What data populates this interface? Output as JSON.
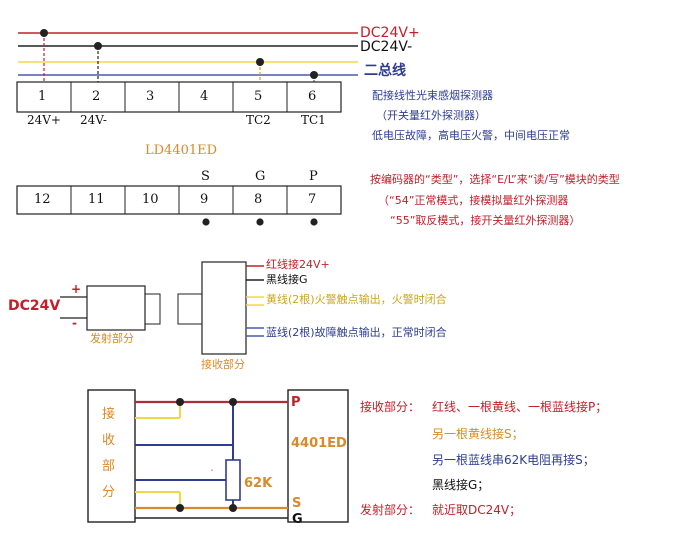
{
  "bus_lines": {
    "dc24v_plus": "DC24V+",
    "dc24v_minus": "DC24V-",
    "two_bus": "二总线"
  },
  "upper_terminals": [
    {
      "num": "1",
      "label": "24V+"
    },
    {
      "num": "2",
      "label": "24V-"
    },
    {
      "num": "3",
      "label": ""
    },
    {
      "num": "4",
      "label": ""
    },
    {
      "num": "5",
      "label": "TC2"
    },
    {
      "num": "6",
      "label": "TC1"
    }
  ],
  "module_model": "LD4401ED",
  "lower_terminals": [
    {
      "num": "12",
      "label": ""
    },
    {
      "num": "11",
      "label": ""
    },
    {
      "num": "10",
      "label": ""
    },
    {
      "num": "9",
      "label": "S"
    },
    {
      "num": "8",
      "label": "G"
    },
    {
      "num": "7",
      "label": "P"
    }
  ],
  "notes_top": {
    "line1": "配接线性光束感烟探测器",
    "line2": "（开关量红外探测器）",
    "line3": "低电压故障，高电压火警，中间电压正常"
  },
  "notes_mid": {
    "line1": "按编码器的“类型”，选择“E/L”来“读/写”模块的类型",
    "line2": "（“54”正常模式，接模拟量红外探测器",
    "line3": "“55”取反模式，接开关量红外探测器）"
  },
  "detector": {
    "supply": "DC24V",
    "plus": "+",
    "minus": "-",
    "transmitter": "发射部分",
    "receiver": "接收部分",
    "wire_red": "红线接24V+",
    "wire_black": "黑线接G",
    "wire_yellow": "黄线(2根)火警触点输出，火警时闭合",
    "wire_blue": "蓝线(2根)故障触点输出，正常时闭合"
  },
  "wiring": {
    "receiver_box": [
      "接",
      "收",
      "部",
      "分"
    ],
    "module": "4401ED",
    "pin_p": "P",
    "pin_s": "S",
    "pin_g": "G",
    "resistor": "62K",
    "dot": "."
  },
  "wiring_notes": {
    "receiver_label": "接收部分：",
    "receiver_line1": "红线、一根黄线、一根蓝线接P；",
    "receiver_line2": "另一根黄线接S；",
    "receiver_line3": "另一根蓝线串62K电阻再接S；",
    "receiver_line4": "黑线接G；",
    "emitter_label": "发射部分：",
    "emitter_text": "就近取DC24V；"
  },
  "colors": {
    "red": "#c0202a",
    "blue": "#2e3d8f",
    "orange": "#d98a2a",
    "yellow": "#f0d84a",
    "black": "#111111"
  }
}
